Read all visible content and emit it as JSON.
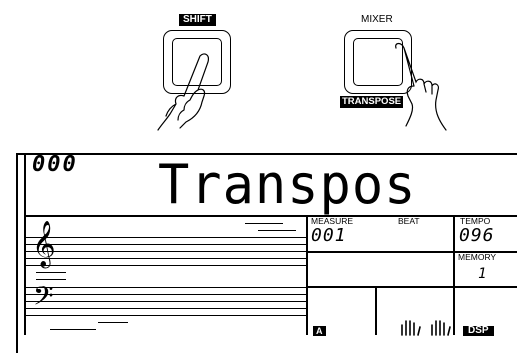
{
  "buttons": {
    "shift": {
      "label": "SHIFT"
    },
    "mixer": {
      "label_top": "MIXER",
      "label_bottom": "TRANSPOSE"
    }
  },
  "lcd": {
    "number": "000",
    "main_text": "Transpos",
    "measure_label": "MEASURE",
    "measure_value": "001",
    "beat_label": "BEAT",
    "tempo_label": "TEMPO",
    "tempo_value": "096",
    "memory_label": "MEMORY",
    "memory_value": "1",
    "a_indicator": "A",
    "dsp_label": "DSP"
  },
  "icons": [
    "hand-pointer-icon",
    "treble-clef-icon",
    "bass-clef-icon",
    "hands-icon"
  ]
}
